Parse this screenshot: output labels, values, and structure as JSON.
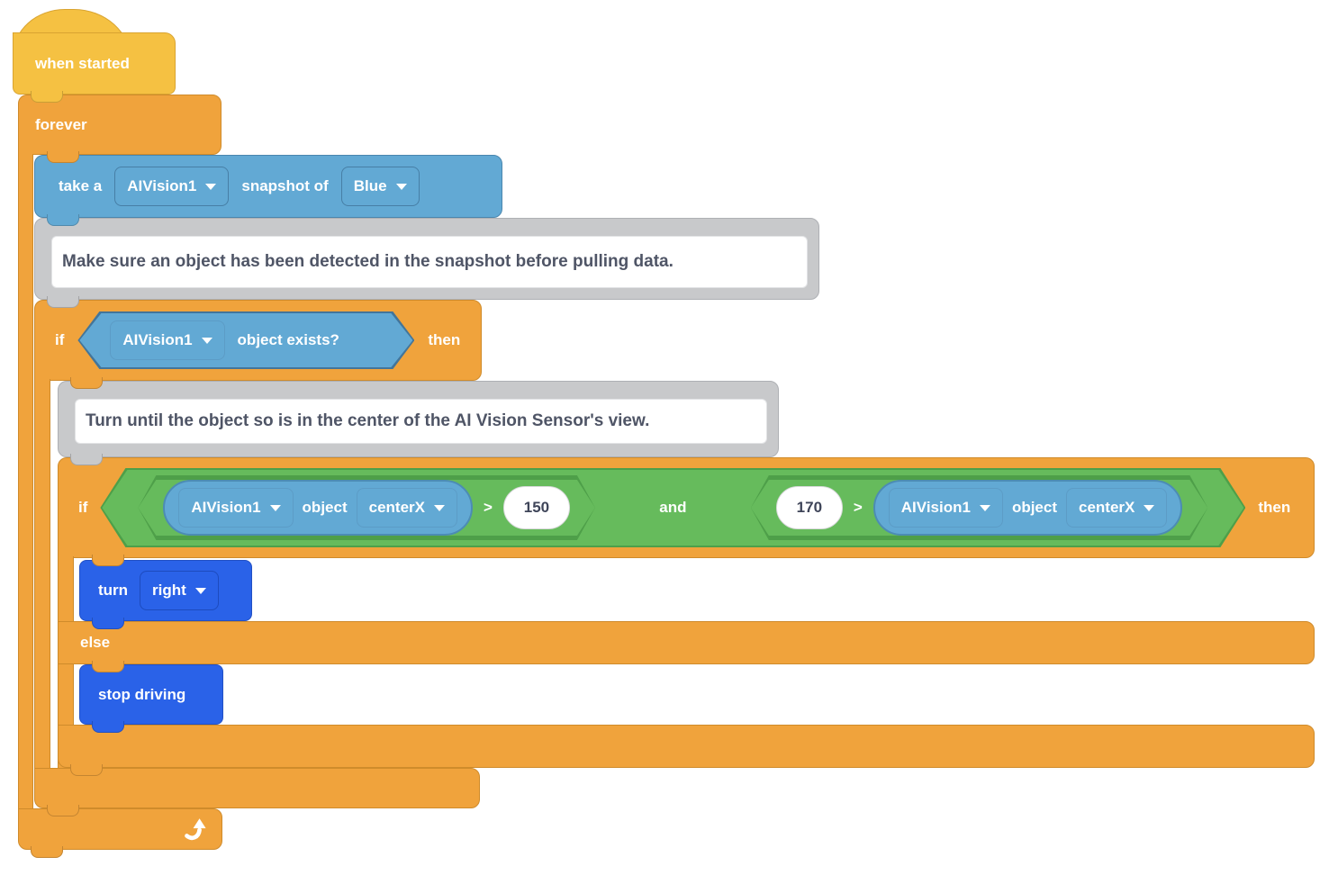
{
  "palette": {
    "hat_yellow": "#F5C142",
    "control_orange": "#F0A33C",
    "sensing_blue": "#62A9D4",
    "drivetrain_blue": "#2A62E8",
    "operator_green": "#66BB5C",
    "comment_gray": "#C8C9CB",
    "comment_text": "#4F5566",
    "value_text": "#3F4559"
  },
  "hat": {
    "label": "when started"
  },
  "forever": {
    "label": "forever"
  },
  "take_snapshot": {
    "take_a": "take a",
    "device": "AIVision1",
    "snapshot_of": "snapshot of",
    "color": "Blue"
  },
  "comment_detect": {
    "text": "Make sure an object has been detected in the snapshot before pulling data."
  },
  "if_exists": {
    "if": "if",
    "then": "then",
    "device": "AIVision1",
    "condition": "object exists?"
  },
  "comment_turn": {
    "text": "Turn until the object so is in the center of the AI Vision Sensor's view."
  },
  "if_center": {
    "if": "if",
    "then": "then",
    "else": "else",
    "and": "and",
    "left": {
      "device": "AIVision1",
      "object": "object",
      "property": "centerX",
      "op": ">",
      "value": "150"
    },
    "right": {
      "value": "170",
      "op": ">",
      "device": "AIVision1",
      "object": "object",
      "property": "centerX"
    }
  },
  "turn": {
    "label": "turn",
    "direction": "right"
  },
  "stop": {
    "label": "stop driving"
  }
}
